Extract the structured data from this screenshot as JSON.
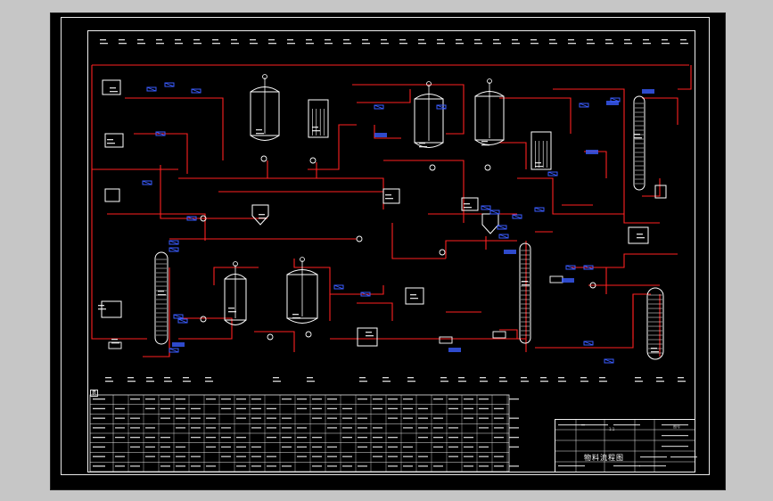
{
  "drawing": {
    "background": "#000000",
    "line_color": "#e8e8e8",
    "pipe_color": "#ff2020",
    "equipment_color": "#ffffff",
    "valve_color": "#3a5cff",
    "label_color": "#ffffff"
  },
  "title_block": {
    "title": "物料流程图",
    "scale": "1:1",
    "sheet_no": "图号"
  }
}
